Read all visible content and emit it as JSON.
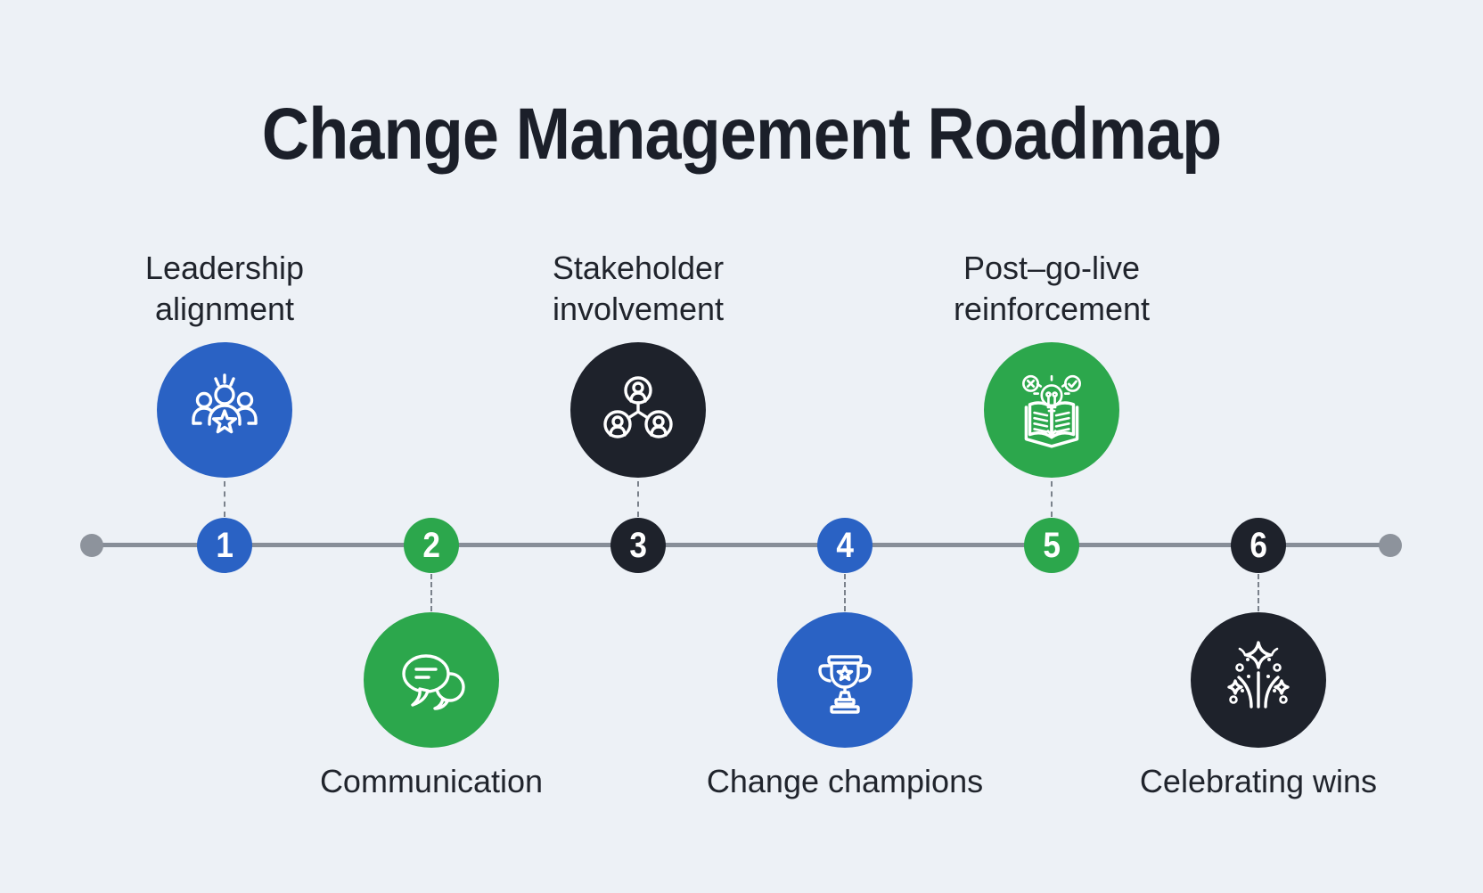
{
  "title": "Change Management Roadmap",
  "colors": {
    "background": "#edf1f6",
    "blue": "#2a62c4",
    "green": "#2ca74c",
    "dark": "#1e222b",
    "line": "#878e98",
    "endpoint": "#8d939c",
    "connector": "#7b828c",
    "label-text": "#20242c",
    "number-text": "#ffffff"
  },
  "steps": [
    {
      "number": "1",
      "label": "Leadership alignment",
      "position": "top",
      "color": "#2a62c4",
      "icon": "team-star-icon"
    },
    {
      "number": "2",
      "label": "Communication",
      "position": "bottom",
      "color": "#2ca74c",
      "icon": "speech-bubbles-icon"
    },
    {
      "number": "3",
      "label": "Stakeholder involvement",
      "position": "top",
      "color": "#1e222b",
      "icon": "people-network-icon"
    },
    {
      "number": "4",
      "label": "Change champions",
      "position": "bottom",
      "color": "#2a62c4",
      "icon": "trophy-icon"
    },
    {
      "number": "5",
      "label": "Post–go-live reinforcement",
      "position": "top",
      "color": "#2ca74c",
      "icon": "book-lightbulb-icon"
    },
    {
      "number": "6",
      "label": "Celebrating wins",
      "position": "bottom",
      "color": "#1e222b",
      "icon": "fireworks-icon"
    }
  ]
}
